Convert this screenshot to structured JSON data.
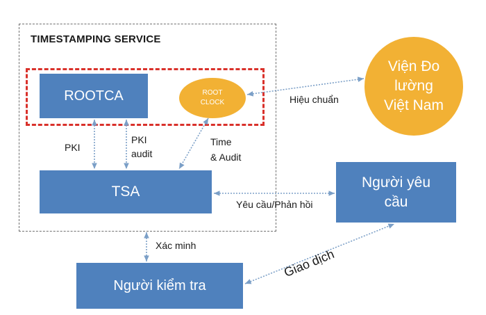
{
  "service_title": "TIMESTAMPING SERVICE",
  "nodes": {
    "rootca": "ROOTCA",
    "root_clock_line1": "ROOT",
    "root_clock_line2": "CLOCK",
    "tsa": "TSA",
    "vien_do_line1": "Viện Đo",
    "vien_do_line2": "lường",
    "vien_do_line3": "Việt Nam",
    "nguoi_yeu_cau_line1": "Người yêu",
    "nguoi_yeu_cau_line2": "cầu",
    "nguoi_kiem_tra": "Người kiểm tra"
  },
  "edge_labels": {
    "pki": "PKI",
    "pki_audit_line1": "PKI",
    "pki_audit_line2": "audit",
    "time_audit_line1": "Time",
    "time_audit_line2": "& Audit",
    "hieu_chuan": "Hiệu chuẩn",
    "yeu_cau_phan_hoi": "Yêu cầu/Phản hồi",
    "xac_minh": "Xác minh",
    "giao_dich": "Giao dịch"
  },
  "colors": {
    "box_fill": "#4f81bd",
    "circle_fill": "#f2b134",
    "dashed_red": "#d9312b",
    "text_dark": "#1a1a1a",
    "arrow": "#7b9fc7"
  }
}
